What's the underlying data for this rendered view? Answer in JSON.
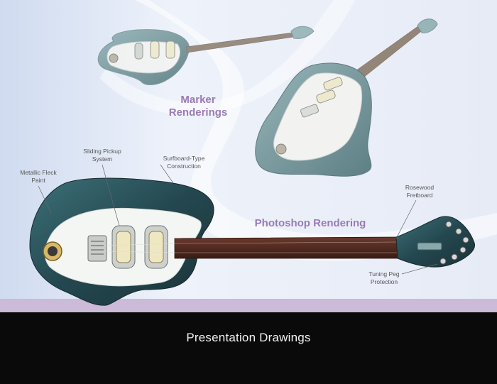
{
  "headings": {
    "marker": [
      "Marker",
      "Renderings"
    ],
    "photoshop": "Photoshop Rendering"
  },
  "callouts": {
    "metallic_fleck": [
      "Metallic Fleck",
      "Paint"
    ],
    "sliding_pickup": [
      "Sliding Pickup",
      "System"
    ],
    "surfboard": [
      "Surfboard-Type",
      "Construction"
    ],
    "rosewood": [
      "Rosewood",
      "Fretboard"
    ],
    "tuning_peg": [
      "Tuning Peg",
      "Protection"
    ]
  },
  "caption": "Presentation Drawings",
  "colors": {
    "accent_purple": "#9a7bb6",
    "guitar_teal": "#2f5a63",
    "caption_bg": "#0a0a0a",
    "caption_text": "#f2f2f2"
  }
}
